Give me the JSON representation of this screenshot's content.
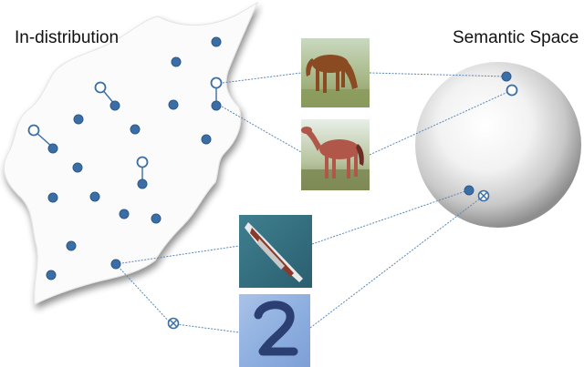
{
  "labels": {
    "in_distribution": "In-distribution",
    "semantic_space": "Semantic Space"
  },
  "colors": {
    "point_fill": "#3a6ea5",
    "point_stroke": "#2e5a8a",
    "link_line": "#5a86b8",
    "region_fill": "#fbfbfb",
    "region_shadow": "#cfcfcf"
  },
  "images": [
    {
      "name": "horse-grazing-thumbnail",
      "depicts": "horse-grazing-icon"
    },
    {
      "name": "horse-standing-thumbnail",
      "depicts": "horse-standing-icon"
    },
    {
      "name": "boat-thumbnail",
      "depicts": "boat-icon"
    },
    {
      "name": "digit-two-thumbnail",
      "depicts": "digit-2-icon"
    }
  ]
}
